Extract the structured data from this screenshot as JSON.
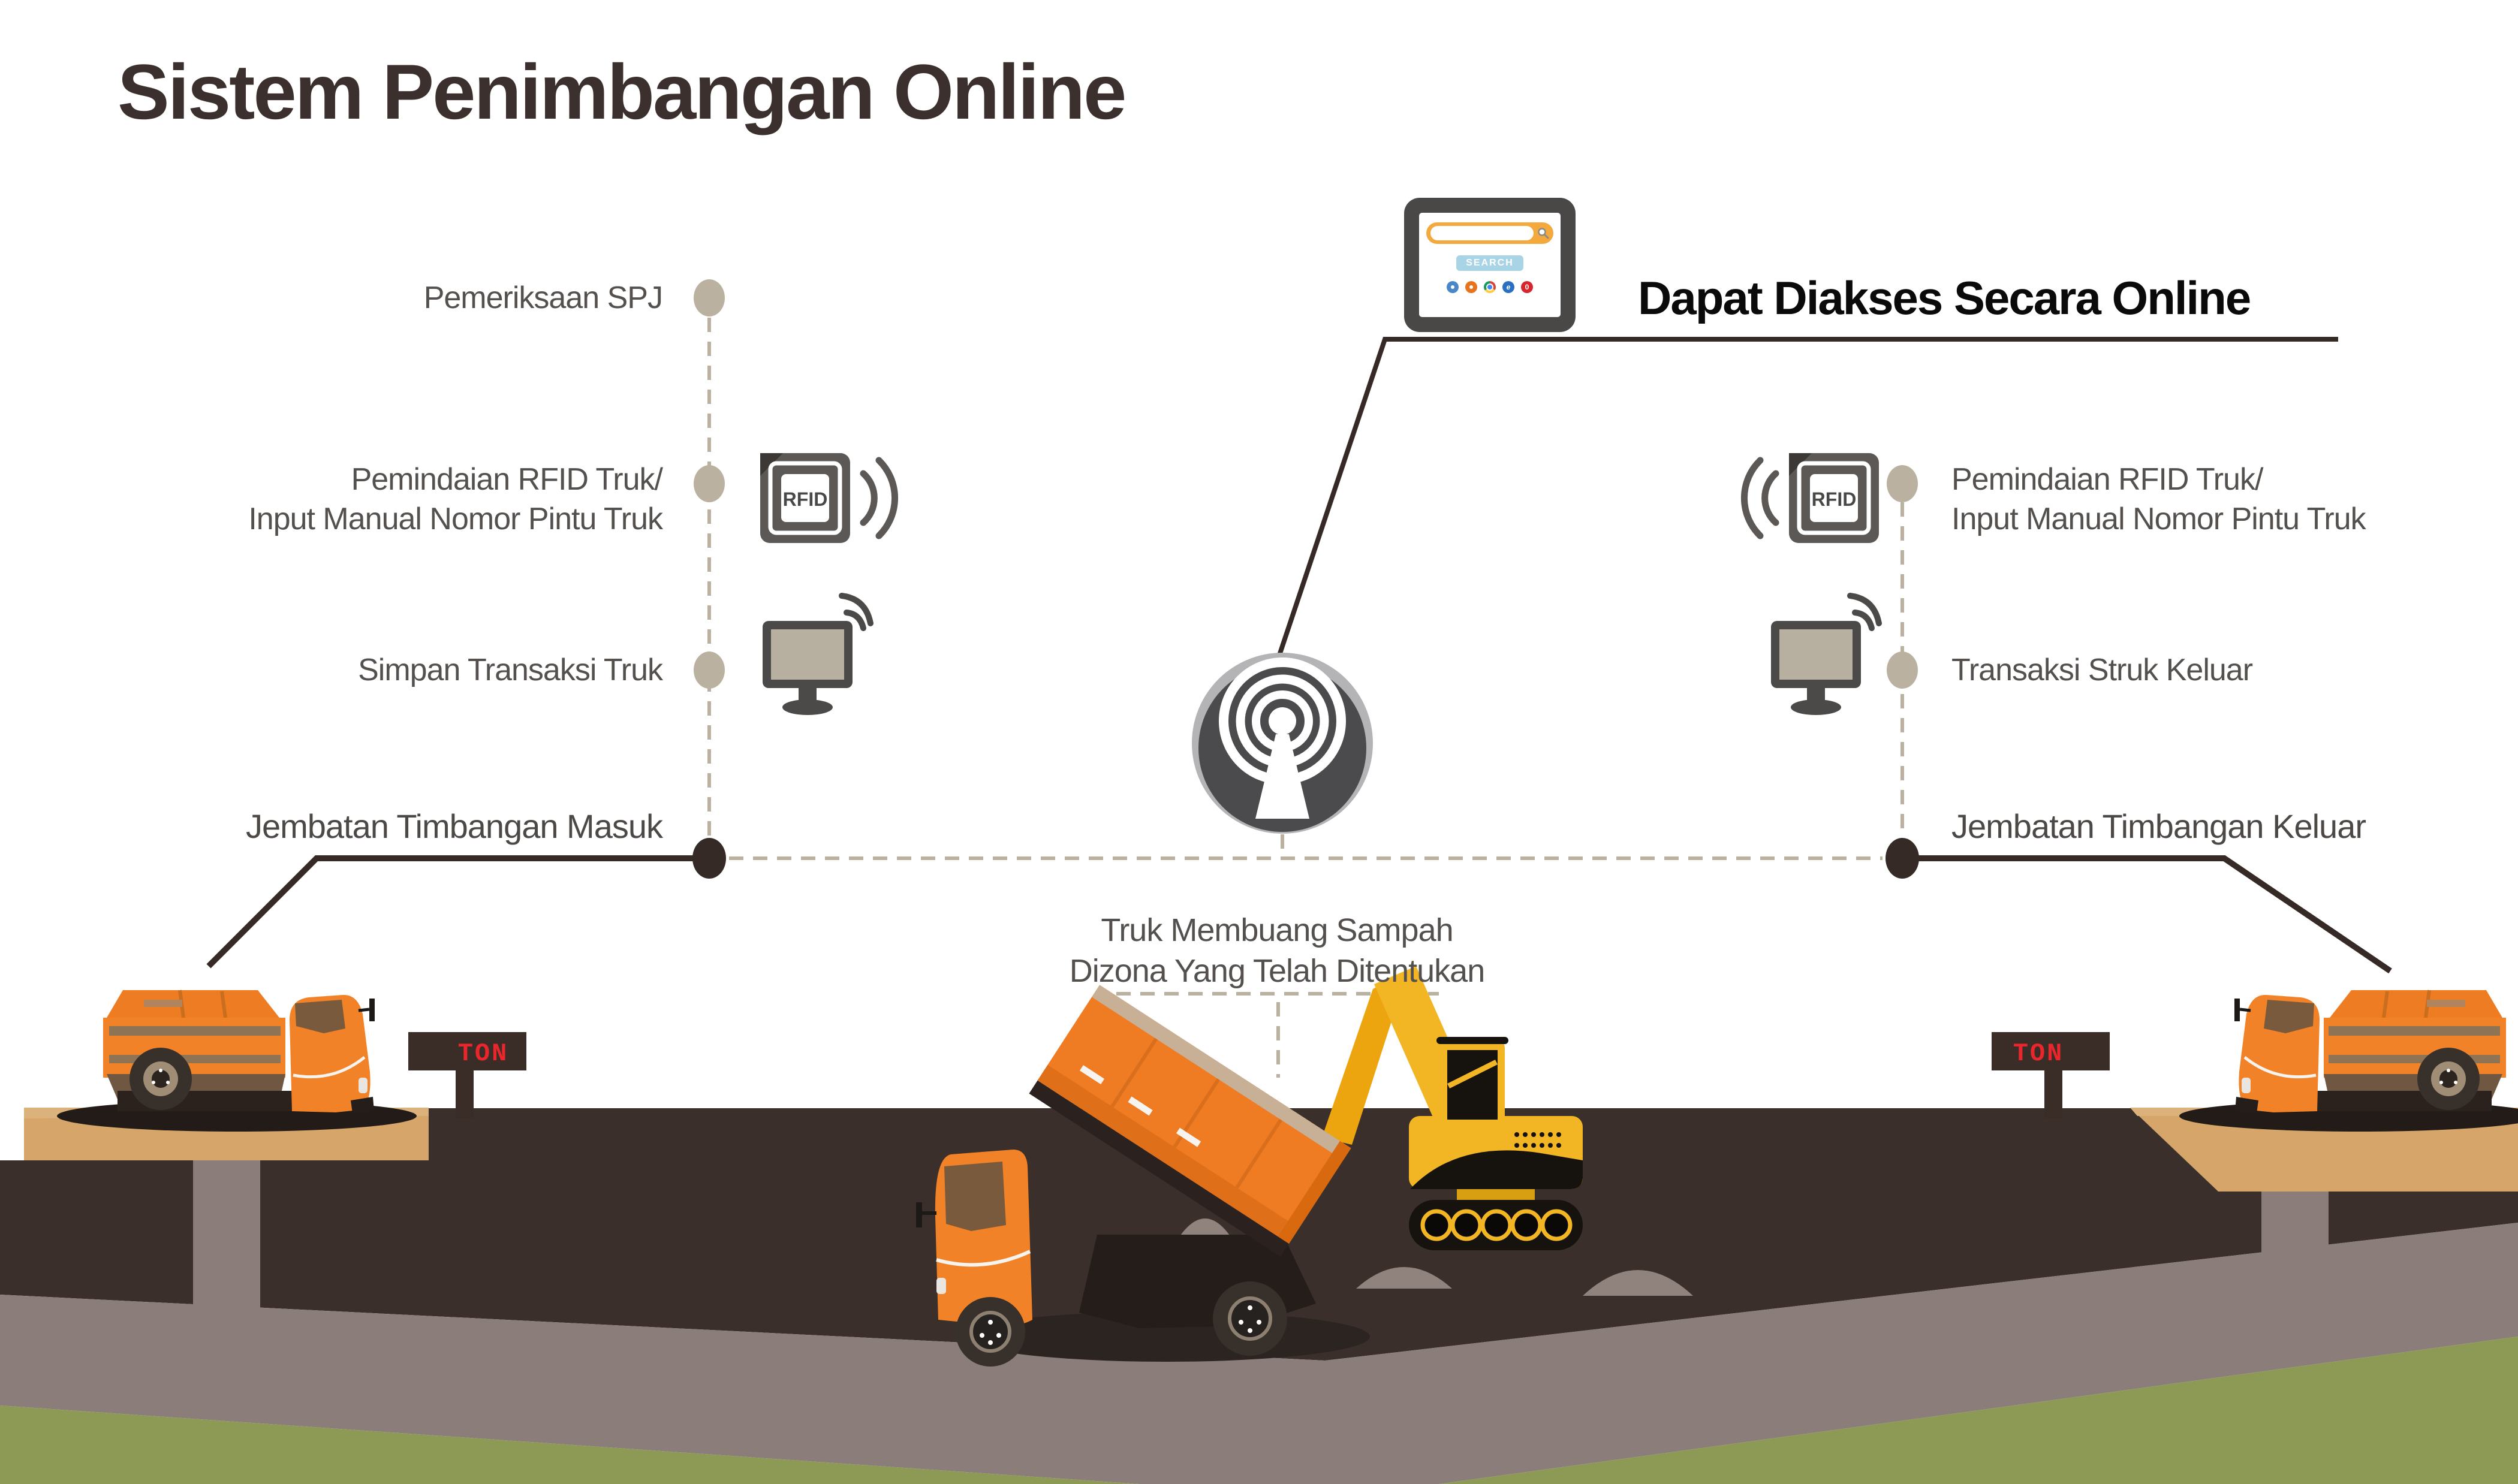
{
  "header": {
    "title": "Sistem Penimbangan Online"
  },
  "online": {
    "label": "Dapat Diakses Secara Online"
  },
  "tablet": {
    "search_label": "SEARCH",
    "browsers": [
      "safari",
      "firefox",
      "chrome",
      "internet-explorer",
      "opera"
    ]
  },
  "flows": {
    "left": {
      "step1": "Pemeriksaan SPJ",
      "step2_line1": "Pemindaian RFID Truk/",
      "step2_line2": "Input Manual Nomor Pintu Truk",
      "step3": "Simpan Transaksi Truk",
      "bridge": "Jembatan Timbangan Masuk"
    },
    "right": {
      "step2_line1": "Pemindaian RFID Truk/",
      "step2_line2": "Input Manual Nomor Pintu Truk",
      "step3": "Transaksi Struk Keluar",
      "bridge": "Jembatan Timbangan Keluar"
    }
  },
  "center_note": {
    "line1": "Truk Membuang Sampah",
    "line2": "Dizona Yang Telah Ditentukan"
  },
  "scene": {
    "ton_left": "TON",
    "ton_right": "TON"
  },
  "icons": {
    "rfid_label": "RFID"
  },
  "colors": {
    "truck_orange": "#f28227",
    "dark_brown_ground": "#3a2f2b",
    "tan_dashes": "#b9b0a0",
    "road_gray": "#8b7e7a",
    "grass_green": "#8c9a55",
    "digital_red": "#e8262c",
    "excavator_yellow": "#f2b524"
  }
}
